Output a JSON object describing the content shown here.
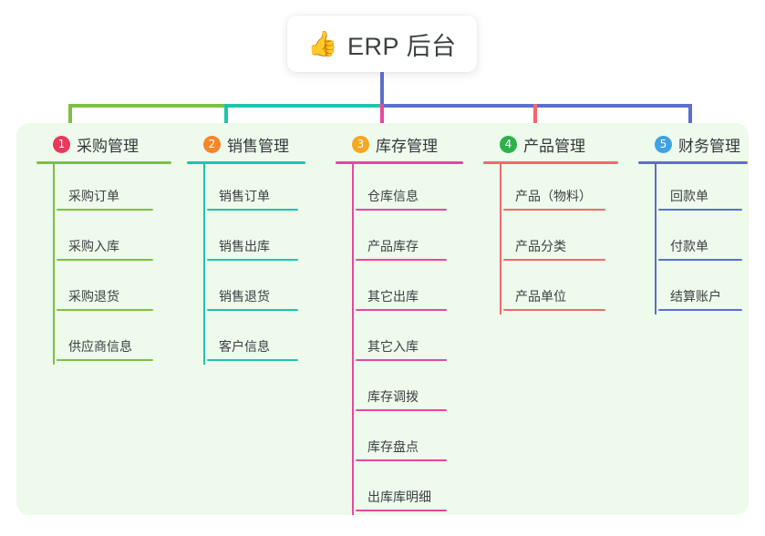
{
  "diagram": {
    "type": "mind-map",
    "root": {
      "icon": "thumbs-up-emoji",
      "emoji": "👍",
      "title": "ERP 后台"
    },
    "panel_background": "#eefaec",
    "branches": [
      {
        "number": "1",
        "badge_color": "#e8385c",
        "line_color": "#7cc142",
        "title": "采购管理",
        "items": [
          {
            "label": "采购订单"
          },
          {
            "label": "采购入库"
          },
          {
            "label": "采购退货"
          },
          {
            "label": "供应商信息"
          }
        ]
      },
      {
        "number": "2",
        "badge_color": "#f5862a",
        "line_color": "#1ec4ac",
        "title": "销售管理",
        "items": [
          {
            "label": "销售订单"
          },
          {
            "label": "销售出库"
          },
          {
            "label": "销售退货"
          },
          {
            "label": "客户信息"
          }
        ]
      },
      {
        "number": "3",
        "badge_color": "#f5a623",
        "line_color": "#e8479f",
        "title": "库存管理",
        "items": [
          {
            "label": "仓库信息"
          },
          {
            "label": "产品库存"
          },
          {
            "label": "其它出库"
          },
          {
            "label": "其它入库"
          },
          {
            "label": "库存调拨"
          },
          {
            "label": "库存盘点"
          },
          {
            "label": "出库库明细"
          }
        ]
      },
      {
        "number": "4",
        "badge_color": "#2bb34a",
        "line_color": "#f4676b",
        "title": "产品管理",
        "items": [
          {
            "label": "产品（物料）"
          },
          {
            "label": "产品分类"
          },
          {
            "label": "产品单位"
          }
        ]
      },
      {
        "number": "5",
        "badge_color": "#3fa3e0",
        "line_color": "#5b6fd0",
        "title": "财务管理",
        "items": [
          {
            "label": "回款单"
          },
          {
            "label": "付款单"
          },
          {
            "label": "结算账户"
          }
        ]
      }
    ]
  }
}
